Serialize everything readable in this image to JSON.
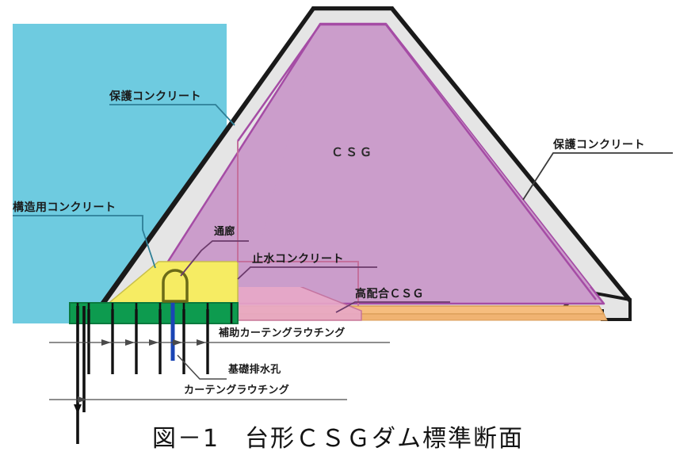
{
  "figure": {
    "caption": "図－1　台形ＣＳＧダム標準断面",
    "body_label": "ＣＳＧ"
  },
  "labels": {
    "protective_concrete_left": "保護コンクリート",
    "protective_concrete_right": "保護コンクリート",
    "structural_concrete": "構造用コンクリート",
    "gallery": "通廊",
    "water_stop_concrete": "止水コンクリート",
    "high_mix_csg": "高配合ＣＳＧ",
    "auxiliary_curtain_grouting": "補助カーテングラウチング",
    "foundation_drain_hole": "基礎排水孔",
    "curtain_grouting": "カーテングラウチング"
  },
  "colors": {
    "reservoir_water": "#6ecbe0",
    "csg_body": "#cb9dcb",
    "protective_concrete": "#e2e2e2",
    "structural_concrete": "#f6ec63",
    "water_stop_concrete": "#0d9b4f",
    "high_mix_csg": "#f6bd7e",
    "outline_dark": "#1a1a1a",
    "csg_outline": "#a54ca5",
    "drain_blue": "#1a45b5",
    "gallery_outline": "#6b6b18",
    "leader_teal": "#2e7f96",
    "leader_gray": "#4a4a4a"
  }
}
